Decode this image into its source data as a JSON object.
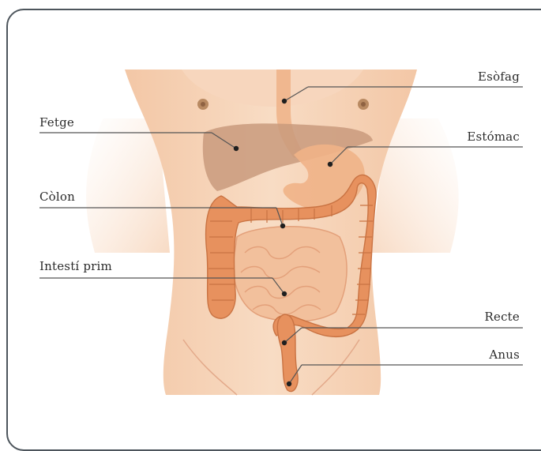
{
  "labels": {
    "esofag": "Esòfag",
    "fetge": "Fetge",
    "estomac": "Estómac",
    "colon": "Còlon",
    "intesti_prim": "Intestí prim",
    "recte": "Recte",
    "anus": "Anus"
  },
  "colors": {
    "frame": "#4d555c",
    "skin": "#f6d3b6",
    "skin_shadow": "#eebf9c",
    "liver": "#c99a7d",
    "stomach": "#efb287",
    "colon": "#e7915e",
    "small_intestine": "#f2c09c",
    "leader_line": "#555555"
  }
}
